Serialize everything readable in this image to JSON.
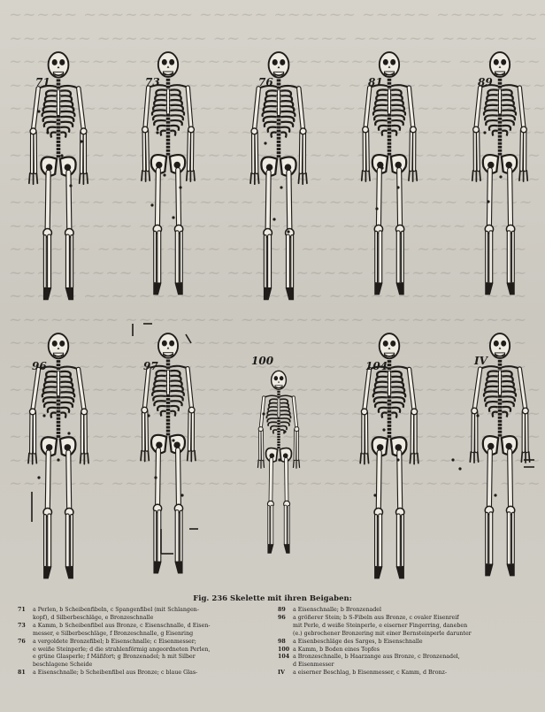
{
  "figure": {
    "skeleton_numbers": [
      "71",
      "73",
      "76",
      "81",
      "89",
      "96",
      "97",
      "100",
      "104",
      "IV"
    ],
    "caption": "Fig. 236 Skelette mit ihren Beigaben:"
  },
  "legend_left": [
    {
      "no": "71",
      "lines": [
        "a Perlen, b Scheibenfibeln, c Spangenfibel (mit Schlangen-",
        "kopf), d Silberbeschläge, e Bronzeschnalle"
      ]
    },
    {
      "no": "73",
      "lines": [
        "a Kamm, b Scheibenfibel aus Bronze, c Eisenschnalle, d Eisen-",
        "messer, e Silberbeschläge, f Bronzeschnalle, g Eisenring"
      ]
    },
    {
      "no": "76",
      "lines": [
        "a vergoldete Bronzefibel; b Eisenschnalle; c Eisenmesser;",
        "e weiße Steinperle; d die strahlenförmig angeordneten Perlen,",
        "e grüne Glasperle; f Mäßfort; g Bronzenadel; h mit Silber",
        "beschlagene Scheide"
      ]
    },
    {
      "no": "81",
      "lines": [
        "a Eisenschnalle; b Scheibenfibel aus Bronze; c blaue Glas-"
      ]
    }
  ],
  "legend_right": [
    {
      "no": "89",
      "lines": [
        "a Eisenschnalle; b Bronzenadel"
      ]
    },
    {
      "no": "96",
      "lines": [
        "a größerer Stein; b S-Fibeln aus Bronze, c ovaler Eisenreif",
        "mit Perle, d weiße Steinperle, e eiserner Fingerring, daneben",
        "(e.) gebrochener Bronzering mit einer Bernsteinperle darunter"
      ]
    },
    {
      "no": "98",
      "lines": [
        "a Eisenbeschläge des Sarges, b Eisenschnalle"
      ]
    },
    {
      "no": "100",
      "lines": [
        "a Kamm, b Boden eines Topfes"
      ]
    },
    {
      "no": "104",
      "lines": [
        "a Bronzeschnalle, b Haarzange aus Bronze, c Bronzenadel,",
        "d Eisenmesser"
      ]
    },
    {
      "no": "IV",
      "lines": [
        "a eiserner Beschlag, b Eisenmesser, c Kamm, d Bronz-"
      ]
    }
  ]
}
